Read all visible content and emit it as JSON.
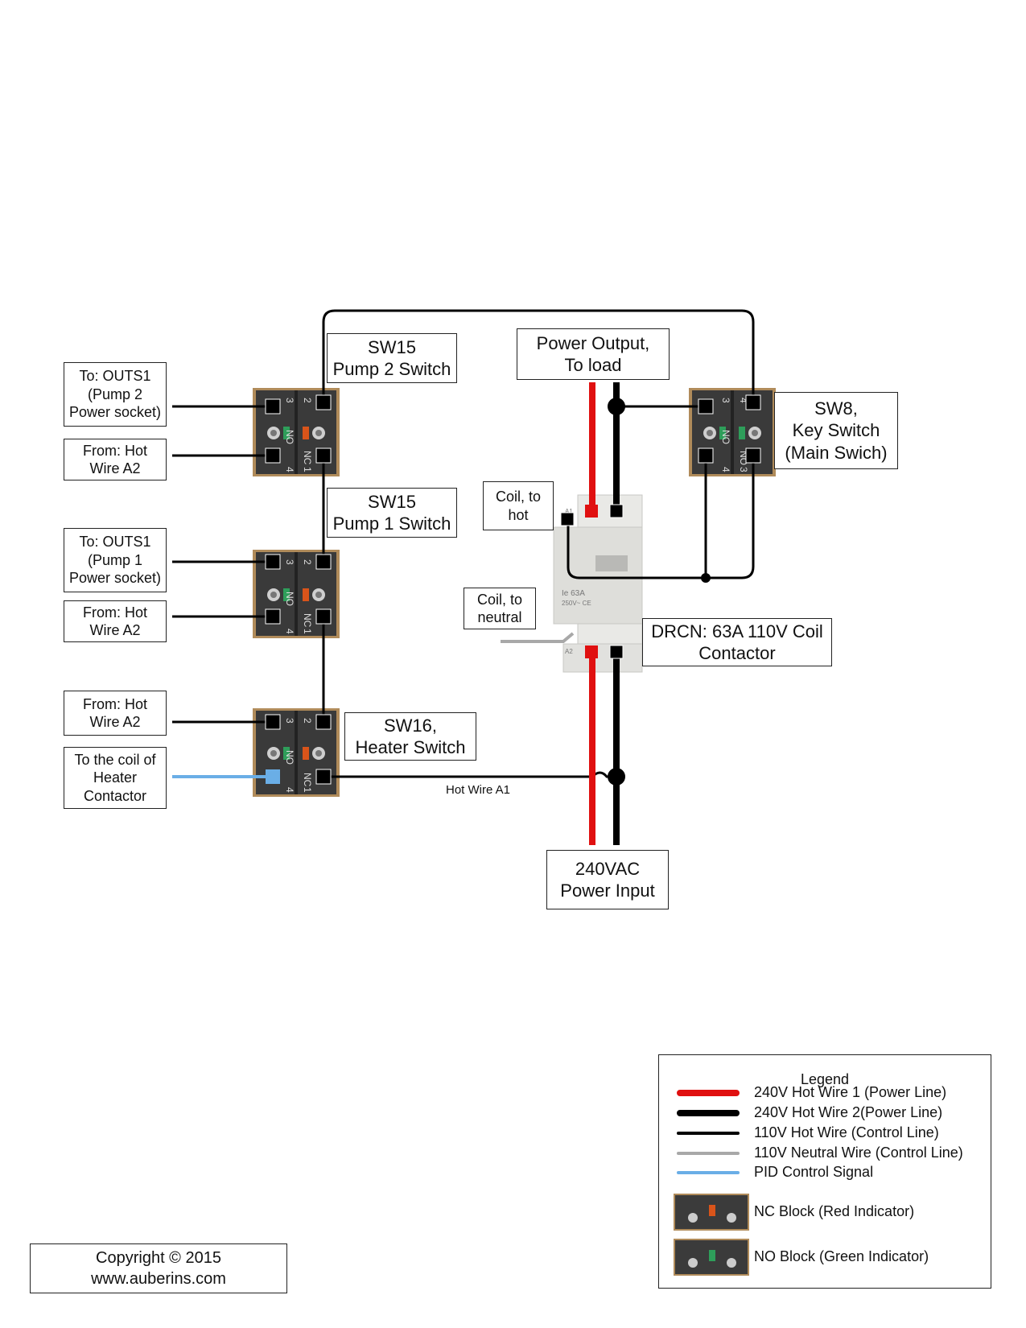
{
  "labels": {
    "sw15_pump2": "SW15\nPump 2 Switch",
    "power_output": "Power Output,\nTo load",
    "outs1_pump2": "To: OUTS1\n(Pump 2\nPower socket)",
    "from_hot_1": "From: Hot\nWire A2",
    "sw8": "SW8,\nKey Switch\n(Main Swich)",
    "coil_hot": "Coil, to\nhot",
    "sw15_pump1": "SW15\nPump 1 Switch",
    "outs1_pump1": "To: OUTS1\n(Pump 1\nPower socket)",
    "from_hot_2": "From: Hot\nWire A2",
    "coil_neutral": "Coil, to\nneutral",
    "contactor": "DRCN: 63A 110V Coil\nContactor",
    "from_hot_3": "From: Hot\nWire A2",
    "sw16": "SW16,\nHeater Switch",
    "heater_coil": "To the coil of\nHeater\nContactor",
    "hot_wire_a1": "Hot Wire A1",
    "power_input": "240VAC\nPower Input"
  },
  "switch_markings": {
    "nc": "NC",
    "no": "NO",
    "t1": "1",
    "t2": "2",
    "t3": "3",
    "t4": "4"
  },
  "contactor_markings": {
    "a1": "A1",
    "a2": "A2",
    "rating": "Ie 63A",
    "voltage": "250V~ CE"
  },
  "legend": {
    "title": "Legend",
    "items": [
      {
        "label": "240V Hot Wire 1 (Power Line)",
        "color": "#e01010"
      },
      {
        "label": "240V Hot Wire 2(Power Line)",
        "color": "#000000"
      },
      {
        "label": "110V Hot Wire (Control Line)",
        "color": "#000000"
      },
      {
        "label": "110V Neutral Wire (Control Line)",
        "color": "#a8a8a8"
      },
      {
        "label": "PID Control Signal",
        "color": "#6aaee6"
      }
    ],
    "nc_block": "NC Block (Red Indicator)",
    "no_block": "NO Block (Green Indicator)"
  },
  "copyright": {
    "line1": "Copyright © 2015",
    "line2": "www.auberins.com"
  },
  "colors": {
    "hot1": "#e01010",
    "hot2": "#000000",
    "neutral": "#a8a8a8",
    "pid": "#6aaee6",
    "nc_indicator": "#d9541a",
    "no_indicator": "#2e9e5a"
  }
}
